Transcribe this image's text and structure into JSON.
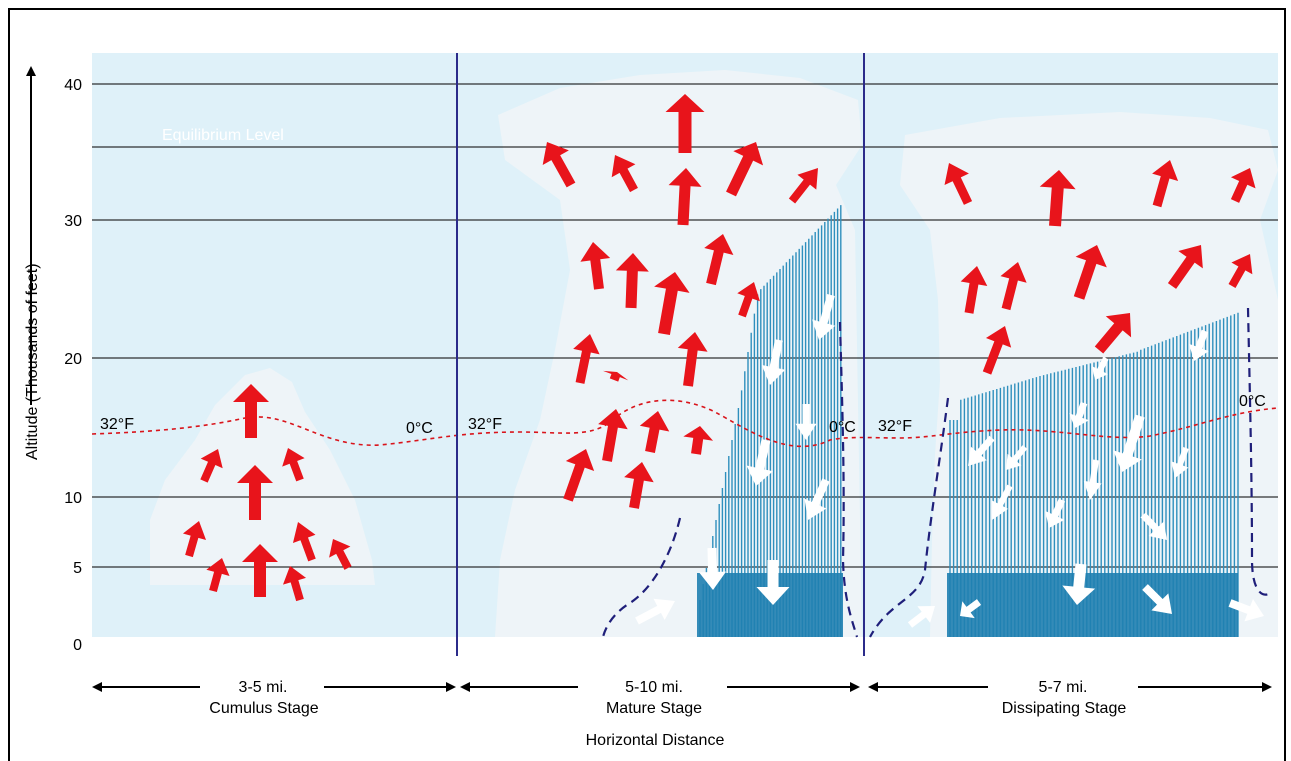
{
  "y_axis": {
    "title": "Altitude (Thousands of feet)",
    "ticks": [
      "0",
      "5",
      "10",
      "20",
      "30",
      "40"
    ]
  },
  "x_axis": {
    "title": "Horizontal Distance"
  },
  "equilibrium_label": "Equilibrium Level",
  "stages": [
    {
      "name": "Cumulus Stage",
      "width": "3-5 mi.",
      "freeze_f": "32°F",
      "freeze_c": "0°C"
    },
    {
      "name": "Mature Stage",
      "width": "5-10 mi.",
      "freeze_f": "32°F",
      "freeze_c": "0°C"
    },
    {
      "name": "Dissipating Stage",
      "width": "5-7 mi.",
      "freeze_f": "32°F",
      "freeze_c": "0°C"
    }
  ],
  "colors": {
    "sky": "#dff1f9",
    "cloud": "#eef4f8",
    "updraft": "#e8141b",
    "downdraft": "#ffffff",
    "rain": "#2f8fbd",
    "rain_dark": "#1f7fb0",
    "freezing_line": "#d9141b",
    "outflow": "#1f1f7a",
    "divider": "#2b2b8a"
  }
}
